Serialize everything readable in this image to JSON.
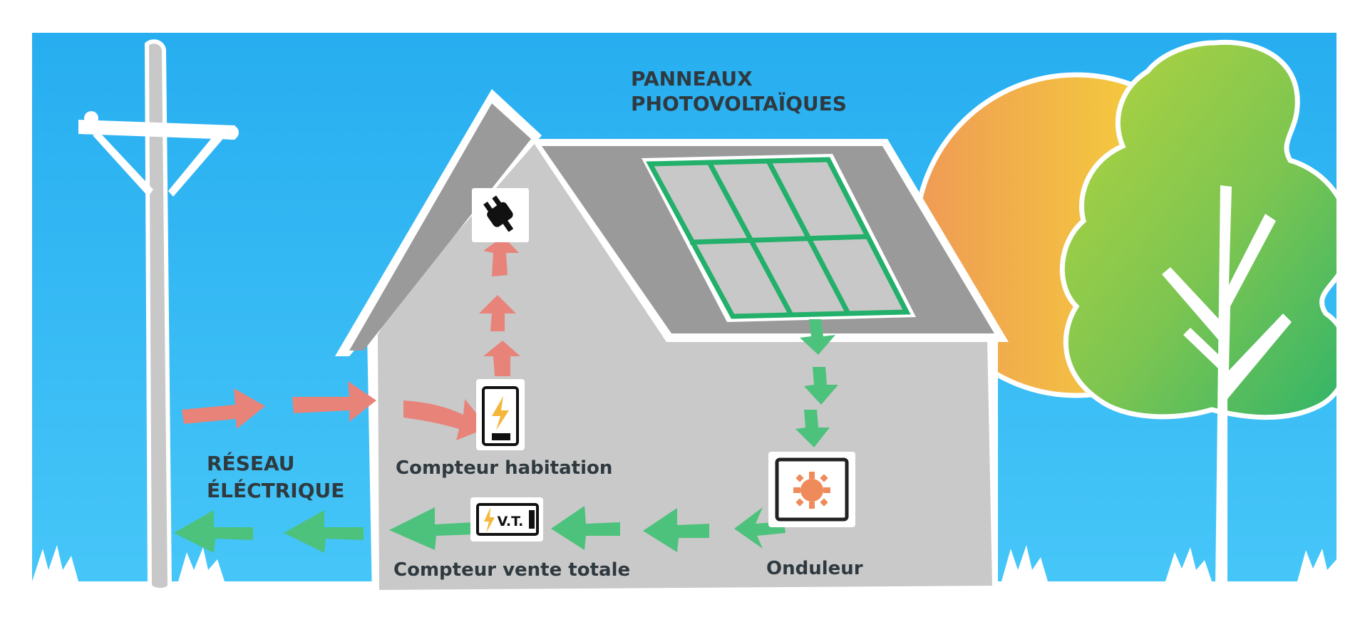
{
  "labels": {
    "panels": [
      "PANNEAUX",
      "PHOTOVOLTAÏQUES"
    ],
    "grid": [
      "RÉSEAU",
      "ÉLÉCTRIQUE"
    ],
    "home_meter": "Compteur habitation",
    "sale_meter": "Compteur vente totale",
    "inverter": "Onduleur",
    "sale_meter_badge": "V.T."
  },
  "colors": {
    "sky_top": "#27aef0",
    "sky_bottom": "#46c6f8",
    "house": "#c9c9c9",
    "roof": "#9a9a9a",
    "panel_frame": "#22b06a",
    "consumption_arrow": "#e8837a",
    "production_arrow": "#4cc27c",
    "sun_start": "#ef9a55",
    "sun_end": "#f7e033",
    "tree_start": "#a7d044",
    "tree_end": "#2fb46a"
  },
  "icons": {
    "socket": "plug-icon",
    "home_meter": "lightning-meter-icon",
    "inverter": "sun-gear-icon",
    "sale_meter": "lightning-badge-icon"
  }
}
